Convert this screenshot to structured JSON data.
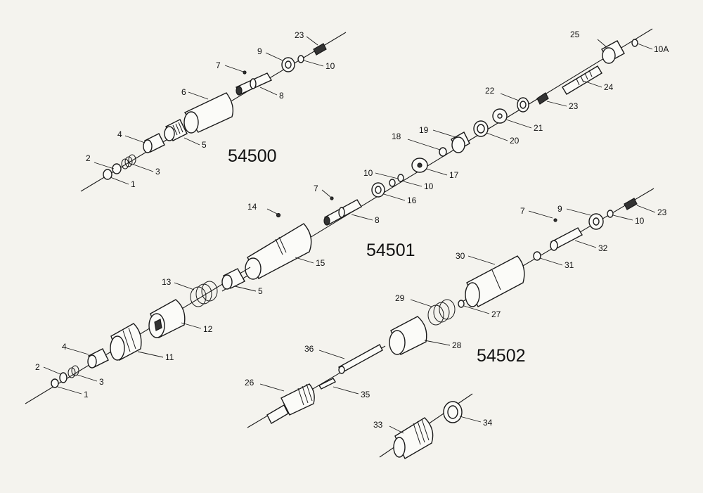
{
  "models": {
    "a": "54500",
    "b": "54501",
    "c": "54502"
  },
  "callouts": {
    "g1": [
      "1",
      "2",
      "3",
      "4",
      "5",
      "6",
      "7",
      "8",
      "9",
      "10",
      "23"
    ],
    "g2": [
      "25",
      "10A",
      "24",
      "22",
      "23",
      "21",
      "20",
      "19",
      "18",
      "17",
      "10",
      "10",
      "16",
      "7",
      "8",
      "14",
      "15"
    ],
    "g3": [
      "13",
      "5",
      "12",
      "4",
      "11",
      "2",
      "3",
      "1"
    ],
    "g4": [
      "7",
      "9",
      "10",
      "23",
      "30",
      "31",
      "32",
      "29",
      "27",
      "28",
      "36",
      "26",
      "35",
      "33",
      "34"
    ]
  }
}
